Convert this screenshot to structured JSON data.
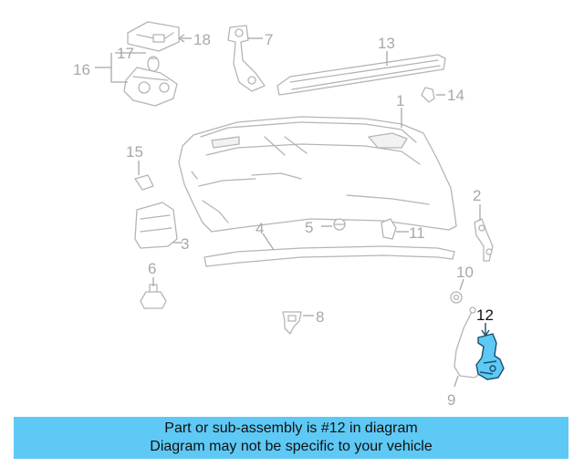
{
  "callouts": {
    "c1": "1",
    "c2": "2",
    "c3": "3",
    "c4": "4",
    "c5": "5",
    "c6": "6",
    "c7": "7",
    "c8": "8",
    "c9": "9",
    "c10": "10",
    "c11": "11",
    "c12": "12",
    "c13": "13",
    "c14": "14",
    "c15": "15",
    "c16": "16",
    "c17": "17",
    "c18": "18"
  },
  "highlighted_part": "12",
  "colors": {
    "highlight": "#5ec9f5",
    "part_line": "#b5b5b5",
    "label": "#a8a8a8",
    "banner": "#5ec9f5"
  },
  "banner": {
    "line1": "Part or sub-assembly is #12 in diagram",
    "line2": "Diagram may not be specific to your vehicle"
  }
}
